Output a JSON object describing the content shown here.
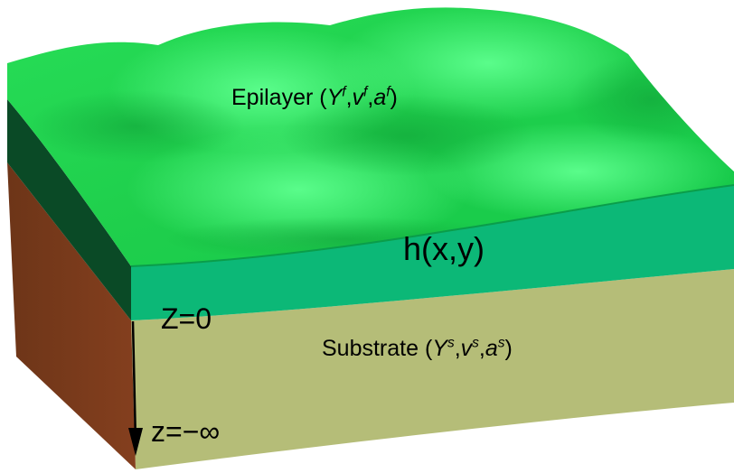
{
  "epilayer": {
    "name": "Epilayer (",
    "Y": "Y",
    "Y_sup": "f",
    "v": "v",
    "v_sup": "f",
    "a": "a",
    "a_sup": "f",
    "close": ")",
    "color": "#2ee86a"
  },
  "substrate": {
    "name": "Substrate (",
    "Y": "Y",
    "Y_sup": "s",
    "v": "v",
    "v_sup": "s",
    "a": "a",
    "a_sup": "s",
    "close": ")",
    "color": "#b5bd78"
  },
  "thickness_label": "h(x,y)",
  "interface_label": "Z=0",
  "depth_label": "z=−∞",
  "colors": {
    "film_side": "#0cb877",
    "film_left_side": "#0a4a26",
    "substrate_left_side": "#7a3e1f",
    "axis": "#000000"
  }
}
